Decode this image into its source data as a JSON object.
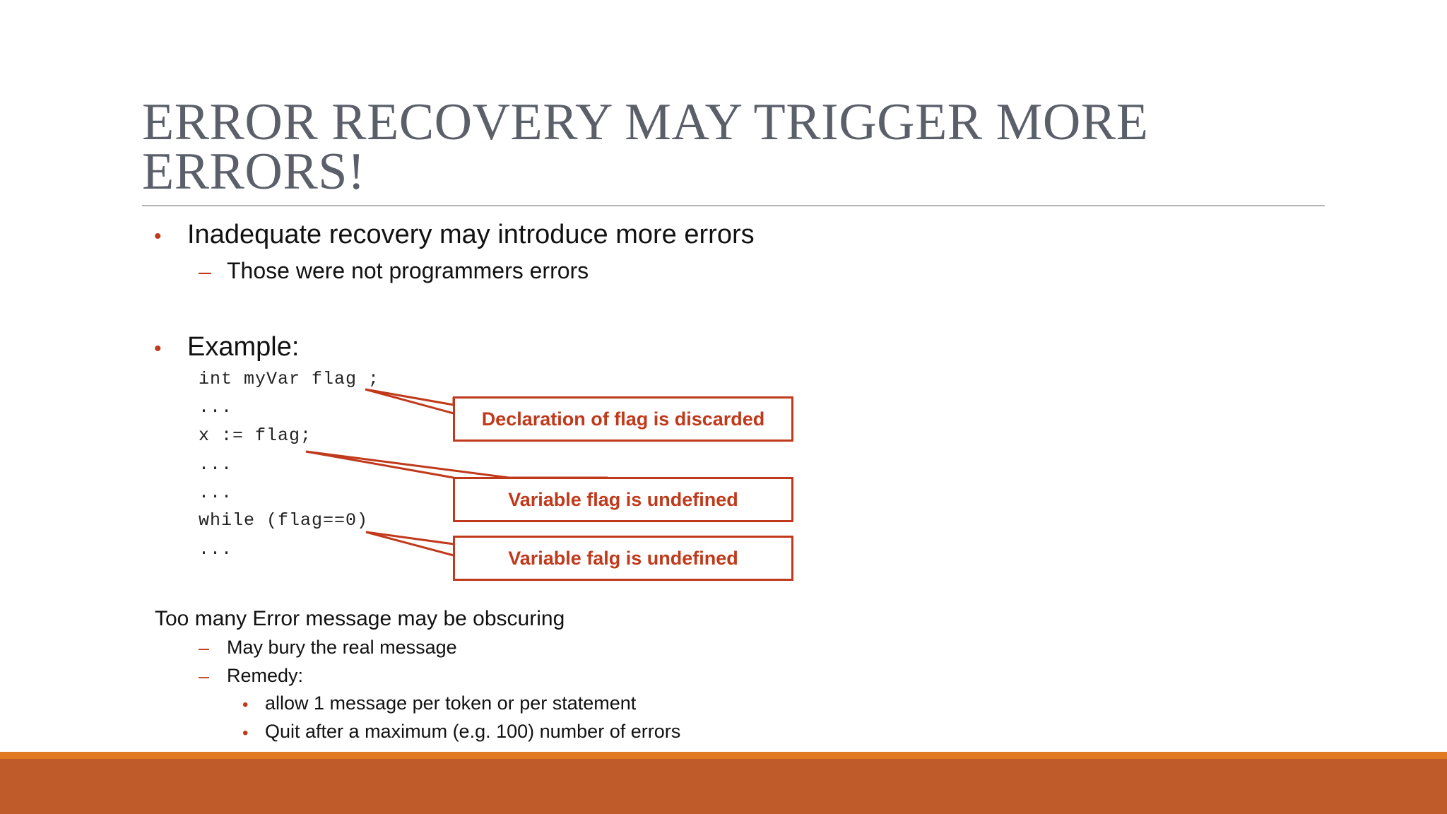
{
  "slide": {
    "title": "ERROR RECOVERY MAY TRIGGER MORE ERRORS!"
  },
  "content": {
    "bullet1": "Inadequate recovery may introduce more errors",
    "bullet1_sub": "Those were not programmers errors",
    "bullet2": "Example:",
    "code_lines": [
      "int myVar flag ;",
      "...",
      "x := flag;",
      "...",
      "...",
      "while (flag==0)",
      "..."
    ],
    "callouts": [
      "Declaration of flag is discarded",
      "Variable flag is undefined",
      "Variable falg is undefined"
    ],
    "para": "Too many Error message may be obscuring",
    "para_subs": [
      "May bury the real message",
      "Remedy:"
    ],
    "remedy_items": [
      "allow 1 message per token or per statement",
      "Quit after a maximum (e.g. 100) number of errors"
    ]
  },
  "colors": {
    "accent": "#c0391b",
    "title": "#5a5f6a",
    "bar_top": "#e07b22",
    "bar_bottom": "#bf5a2b"
  }
}
